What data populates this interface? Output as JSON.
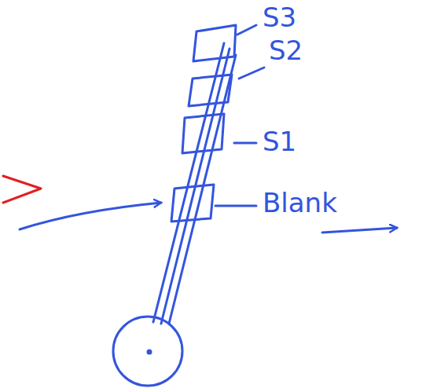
{
  "diagram": {
    "labels": [
      "S3",
      "S2",
      "S1",
      "Blank"
    ]
  }
}
